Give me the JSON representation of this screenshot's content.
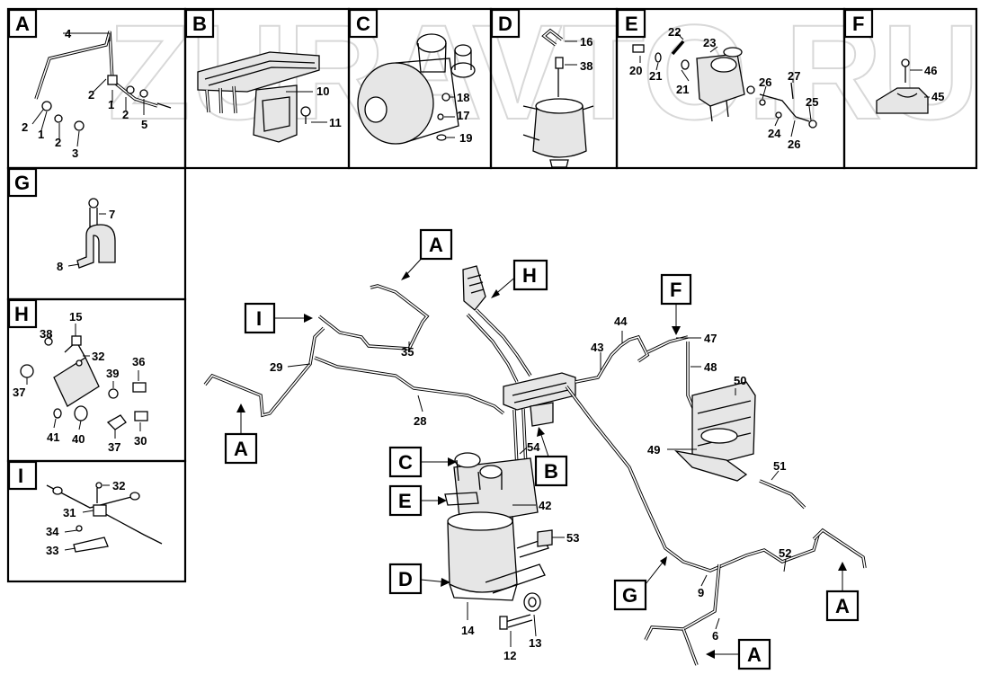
{
  "watermark": "ZURAVTO.RU",
  "panels": [
    {
      "letter": "A",
      "parts": [
        "4",
        "2",
        "1",
        "2",
        "5",
        "2",
        "1",
        "2",
        "3"
      ]
    },
    {
      "letter": "B",
      "parts": [
        "10",
        "11"
      ]
    },
    {
      "letter": "C",
      "parts": [
        "18",
        "17",
        "19"
      ]
    },
    {
      "letter": "D",
      "parts": [
        "16",
        "38"
      ]
    },
    {
      "letter": "E",
      "parts": [
        "22",
        "23",
        "20",
        "21",
        "21",
        "27",
        "26",
        "25",
        "24",
        "26"
      ]
    },
    {
      "letter": "F",
      "parts": [
        "46",
        "45"
      ]
    },
    {
      "letter": "G",
      "parts": [
        "7",
        "8"
      ]
    },
    {
      "letter": "H",
      "parts": [
        "15",
        "38",
        "32",
        "36",
        "39",
        "37",
        "41",
        "40",
        "37",
        "30"
      ]
    },
    {
      "letter": "I",
      "parts": [
        "32",
        "31",
        "34",
        "33"
      ]
    }
  ],
  "main": {
    "callouts": [
      "A",
      "I",
      "H",
      "F",
      "A",
      "C",
      "B",
      "E",
      "D",
      "G",
      "A",
      "A"
    ],
    "parts": [
      "35",
      "29",
      "28",
      "44",
      "43",
      "47",
      "48",
      "50",
      "49",
      "51",
      "54",
      "42",
      "53",
      "52",
      "9",
      "6",
      "14",
      "12",
      "13"
    ]
  }
}
